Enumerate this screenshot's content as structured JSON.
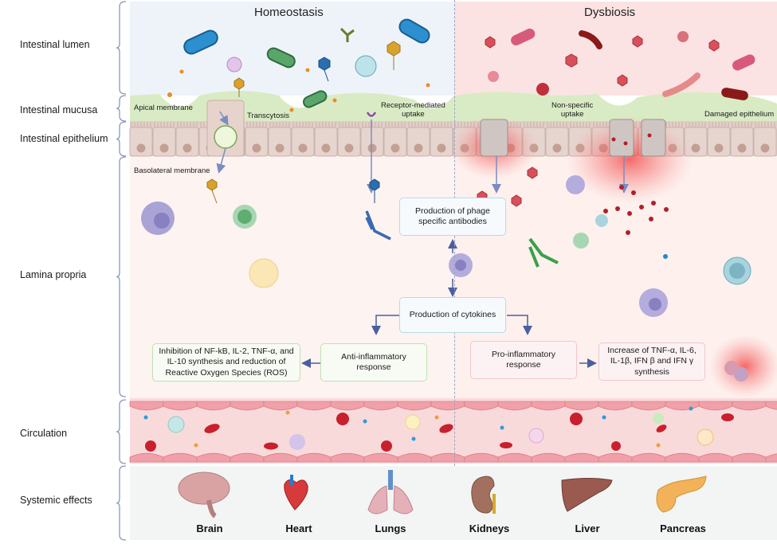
{
  "row_labels": [
    {
      "id": "lumen",
      "label": "Intestinal lumen"
    },
    {
      "id": "mucusa",
      "label": "Intestinal mucusa"
    },
    {
      "id": "epithelium",
      "label": "Intestinal epithelium"
    },
    {
      "id": "lamina",
      "label": "Lamina propria"
    },
    {
      "id": "circulation",
      "label": "Circulation"
    },
    {
      "id": "systemic",
      "label": "Systemic effects"
    }
  ],
  "columns": {
    "left_title": "Homeostasis",
    "right_title": "Dysbiosis"
  },
  "annotations": {
    "apical_membrane": "Apical membrane",
    "transcytosis": "Transcytosis",
    "receptor_mediated": [
      "Receptor-mediated",
      "uptake"
    ],
    "non_specific": [
      "Non-specific",
      "uptake"
    ],
    "damaged_epithelium": "Damaged epithelium",
    "basolateral_membrane": "Basolateral membrane"
  },
  "flow_boxes": {
    "antibodies": [
      "Production of phage",
      "specific  antibodies"
    ],
    "cytokines": "Production of cytokines",
    "anti_inflammatory": [
      "Anti-inflammatory",
      "response"
    ],
    "inhibition": [
      "Inhibition of NF-kB, IL-2, TNF-α, and",
      "IL-10  synthesis and reduction of",
      "Reactive Oxygen Species (ROS)"
    ],
    "pro_inflammatory": [
      "Pro-inflammatory",
      "response"
    ],
    "increase": [
      "Increase of TNF-α, IL-6,",
      "IL-1β, IFN β and IFN γ",
      "synthesis"
    ]
  },
  "organs": [
    {
      "name": "Brain",
      "icon": "brain-icon"
    },
    {
      "name": "Heart",
      "icon": "heart-icon"
    },
    {
      "name": "Lungs",
      "icon": "lungs-icon"
    },
    {
      "name": "Kidneys",
      "icon": "kidney-icon"
    },
    {
      "name": "Liver",
      "icon": "liver-icon"
    },
    {
      "name": "Pancreas",
      "icon": "pancreas-icon"
    }
  ],
  "colors": {
    "homeostasis_bg": "#eef3fa",
    "dysbiosis_bg": "#fbe3e3",
    "mucus": "#d9ebc4",
    "epithelium": "#e3cfc8",
    "arrow": "#4a5fa0",
    "inflammation": "#f05a5a"
  }
}
